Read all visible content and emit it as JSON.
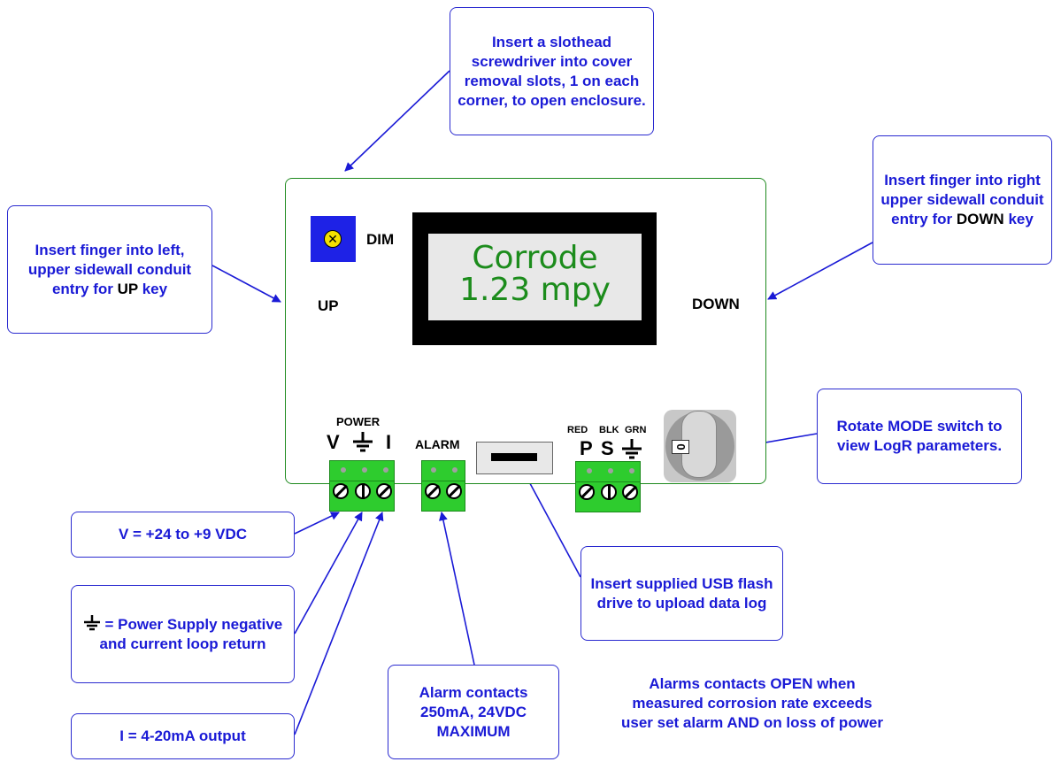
{
  "callouts": {
    "cover": "Insert a slothead screwdriver into cover removal slots, 1 on each corner, to open enclosure.",
    "up_pre": "Insert finger into left, upper sidewall conduit entry for",
    "up_key": "UP",
    "up_post": "key",
    "down_pre": "Insert finger into right upper sidewall conduit entry for",
    "down_key": "DOWN",
    "down_post": "key",
    "mode": "Rotate MODE switch to view LogR parameters.",
    "v": "V = +24 to +9 VDC",
    "ground": "= Power Supply negative and current loop return",
    "i": "I = 4-20mA output",
    "alarm": "Alarm contacts 250mA, 24VDC MAXIMUM",
    "usb": "Insert supplied USB flash drive to upload data log",
    "alarm_note": "Alarms contacts OPEN when measured corrosion rate exceeds user set alarm AND on loss of power"
  },
  "device": {
    "lcd_line1": "Corrode",
    "lcd_line2": "1.23 mpy",
    "dim": "DIM",
    "up": "UP",
    "down": "DOWN",
    "power": "POWER",
    "v": "V",
    "i": "I",
    "alarm": "ALARM",
    "red": "RED",
    "blk": "BLK",
    "grn": "GRN",
    "p": "P",
    "s": "S",
    "mode_zero": "0"
  },
  "colors": {
    "callout_text": "#1a1ad6",
    "enclosure": "#1e8a1e",
    "lcd_text": "#1c8c1c",
    "terminal": "#2ecc2e"
  }
}
